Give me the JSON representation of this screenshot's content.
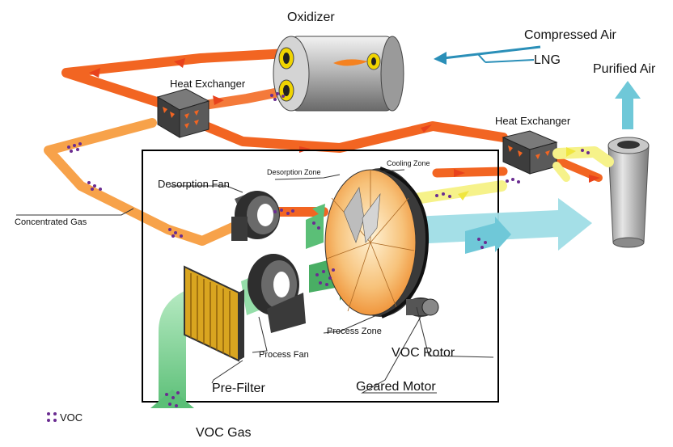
{
  "labels": {
    "oxidizer": "Oxidizer",
    "compressed_air": "Compressed Air",
    "lng": "LNG",
    "purified_air": "Purified Air",
    "heat_exchanger_left": "Heat Exchanger",
    "heat_exchanger_right": "Heat Exchanger",
    "desorption_zone": "Desorption Zone",
    "cooling_zone": "Cooling Zone",
    "desorption_fan": "Desorption Fan",
    "concentrated_gas": "Concentrated Gas",
    "process_zone": "Process Zone",
    "process_fan": "Process Fan",
    "voc_rotor": "VOC Rotor",
    "pre_filter": "Pre-Filter",
    "geared_motor": "Geared Motor",
    "voc_gas": "VOC Gas",
    "legend_voc": "VOC"
  },
  "colors": {
    "hot_air": "#f26522",
    "warm_air": "#f7a24a",
    "cool_air": "#f6f28a",
    "process_air": "#7fd49a",
    "clean_air": "#6fc8d8",
    "voc_dot": "#6a2c91",
    "rotor": "#f5a04a",
    "outline": "#000000"
  }
}
